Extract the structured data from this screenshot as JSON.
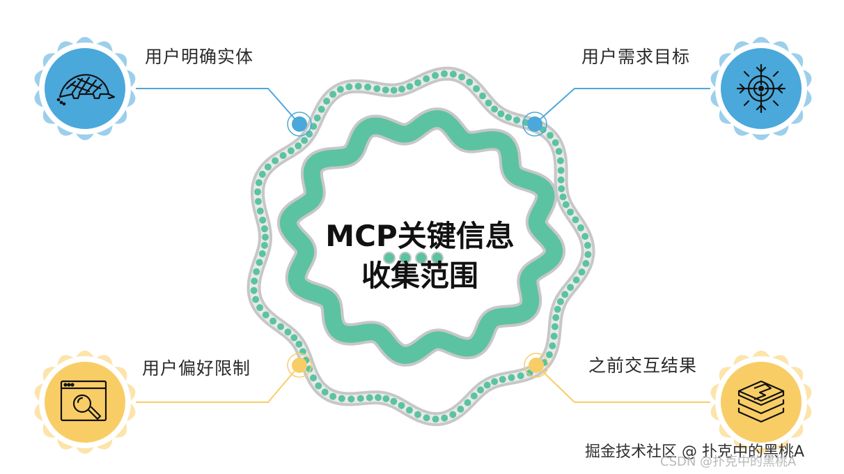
{
  "title": {
    "line1": "MCP关键信息",
    "line2": "收集范围"
  },
  "items": [
    {
      "label": "用户明确实体",
      "icon": "pangolin-icon",
      "color": "#4aa8db"
    },
    {
      "label": "用户需求目标",
      "icon": "target-crosshair-icon",
      "color": "#4aa8db"
    },
    {
      "label": "用户偏好限制",
      "icon": "browser-search-icon",
      "color": "#f9cd66"
    },
    {
      "label": "之前交互结果",
      "icon": "stacked-layers-icon",
      "color": "#f9cd66"
    }
  ],
  "colors": {
    "ring": "#5bc3a2",
    "ring_outline": "#c7c7c7",
    "blue": "#4aa8db",
    "yellow": "#f9cd66"
  },
  "watermark": {
    "primary": "掘金技术社区 @ 扑克中的黑桃A",
    "secondary": "CSDN @扑克中的黑桃A"
  }
}
